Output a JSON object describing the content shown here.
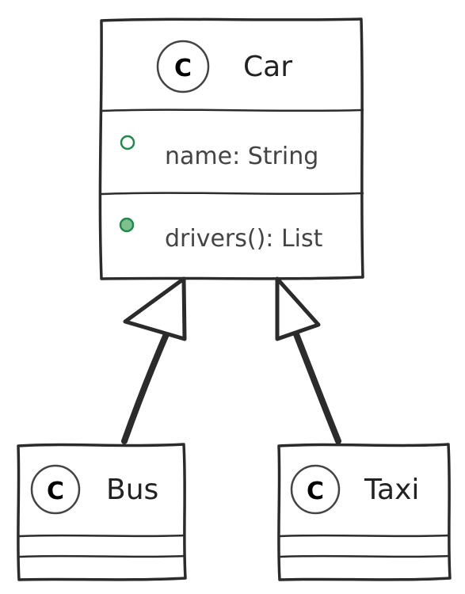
{
  "diagram": {
    "badge_letter": "C",
    "classes": {
      "car": {
        "name": "Car",
        "attributes": [
          {
            "text": "name: String",
            "visibility_marker": "public-hollow-circle"
          }
        ],
        "methods": [
          {
            "text": "drivers(): List",
            "visibility_marker": "public-filled-circle"
          }
        ]
      },
      "bus": {
        "name": "Bus"
      },
      "taxi": {
        "name": "Taxi"
      }
    },
    "relations": [
      {
        "type": "inheritance",
        "from": "Bus",
        "to": "Car"
      },
      {
        "type": "inheritance",
        "from": "Taxi",
        "to": "Car"
      }
    ],
    "colors": {
      "stroke": "#2b2b2b",
      "member_text": "#444444",
      "visibility_marker": "#1f8a4c",
      "visibility_marker_fill": "#7fc08f"
    }
  }
}
